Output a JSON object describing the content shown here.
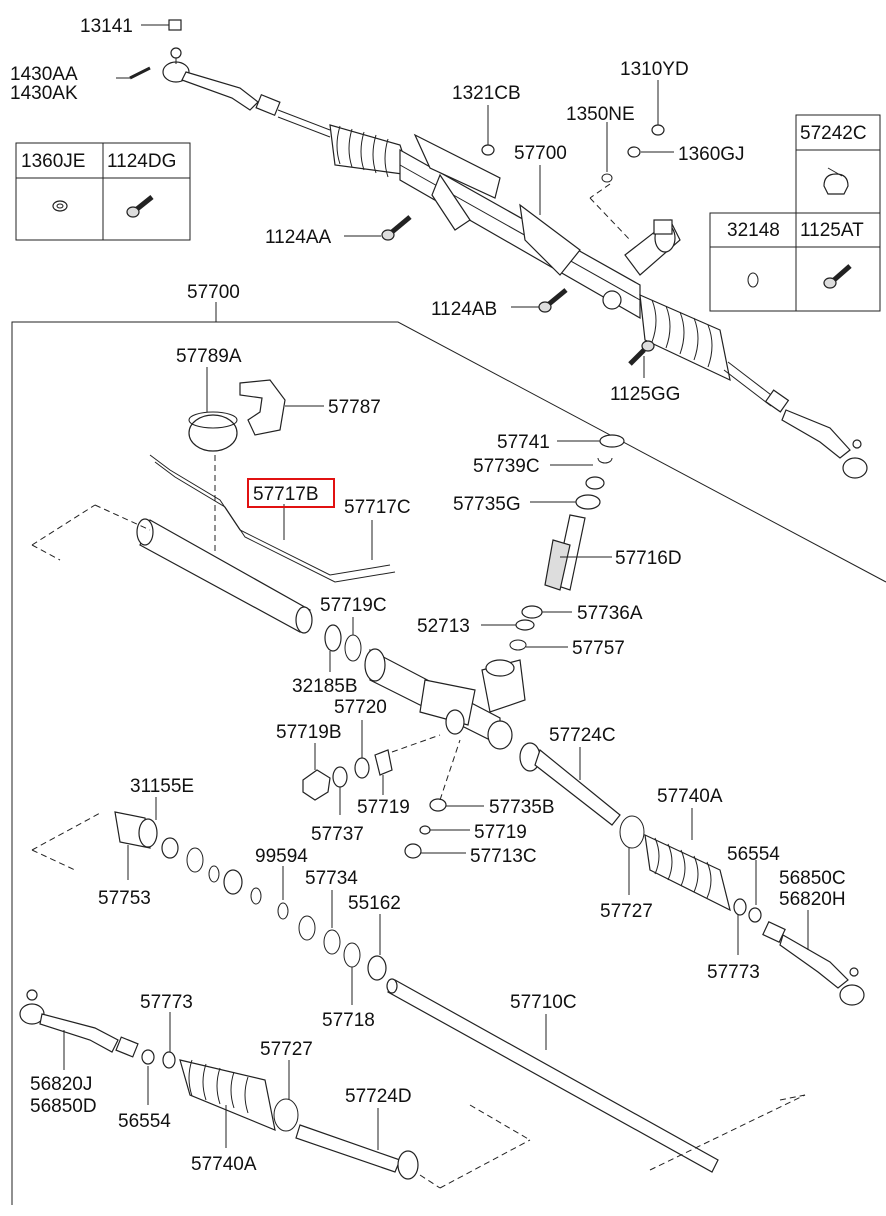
{
  "labels": {
    "l13141": "13141",
    "l1430AA": "1430AA",
    "l1430AK": "1430AK",
    "l1321CB": "1321CB",
    "l1310YD": "1310YD",
    "l1350NE": "1350NE",
    "l57700_top": "57700",
    "l1360GJ": "1360GJ",
    "l57242C": "57242C",
    "l1360JE": "1360JE",
    "l1124DG": "1124DG",
    "l1124AA": "1124AA",
    "l32148": "32148",
    "l1125AT": "1125AT",
    "l57700_frame": "57700",
    "l1124AB": "1124AB",
    "l57789A": "57789A",
    "l57787": "57787",
    "l1125GG": "1125GG",
    "l57741": "57741",
    "l57739C": "57739C",
    "l57717B": "57717B",
    "l57717C": "57717C",
    "l57735G": "57735G",
    "l57716D": "57716D",
    "l57719C": "57719C",
    "l57736A": "57736A",
    "l52713": "52713",
    "l57757": "57757",
    "l32185B": "32185B",
    "l57720": "57720",
    "l57719B": "57719B",
    "l57724C": "57724C",
    "l31155E": "31155E",
    "l57719_a": "57719",
    "l57735B": "57735B",
    "l57740A_r": "57740A",
    "l57737": "57737",
    "l57719_b": "57719",
    "l57713C": "57713C",
    "l99594": "99594",
    "l56554_r": "56554",
    "l57753": "57753",
    "l57734": "57734",
    "l56850C": "56850C",
    "l56820H": "56820H",
    "l55162": "55162",
    "l57727_r": "57727",
    "l57773_r": "57773",
    "l57718": "57718",
    "l57773_l": "57773",
    "l57710C": "57710C",
    "l56820J": "56820J",
    "l56850D": "56850D",
    "l57727_l": "57727",
    "l56554_l": "56554",
    "l57724D": "57724D",
    "l57740A_l": "57740A"
  },
  "highlight_color": "#e11111"
}
